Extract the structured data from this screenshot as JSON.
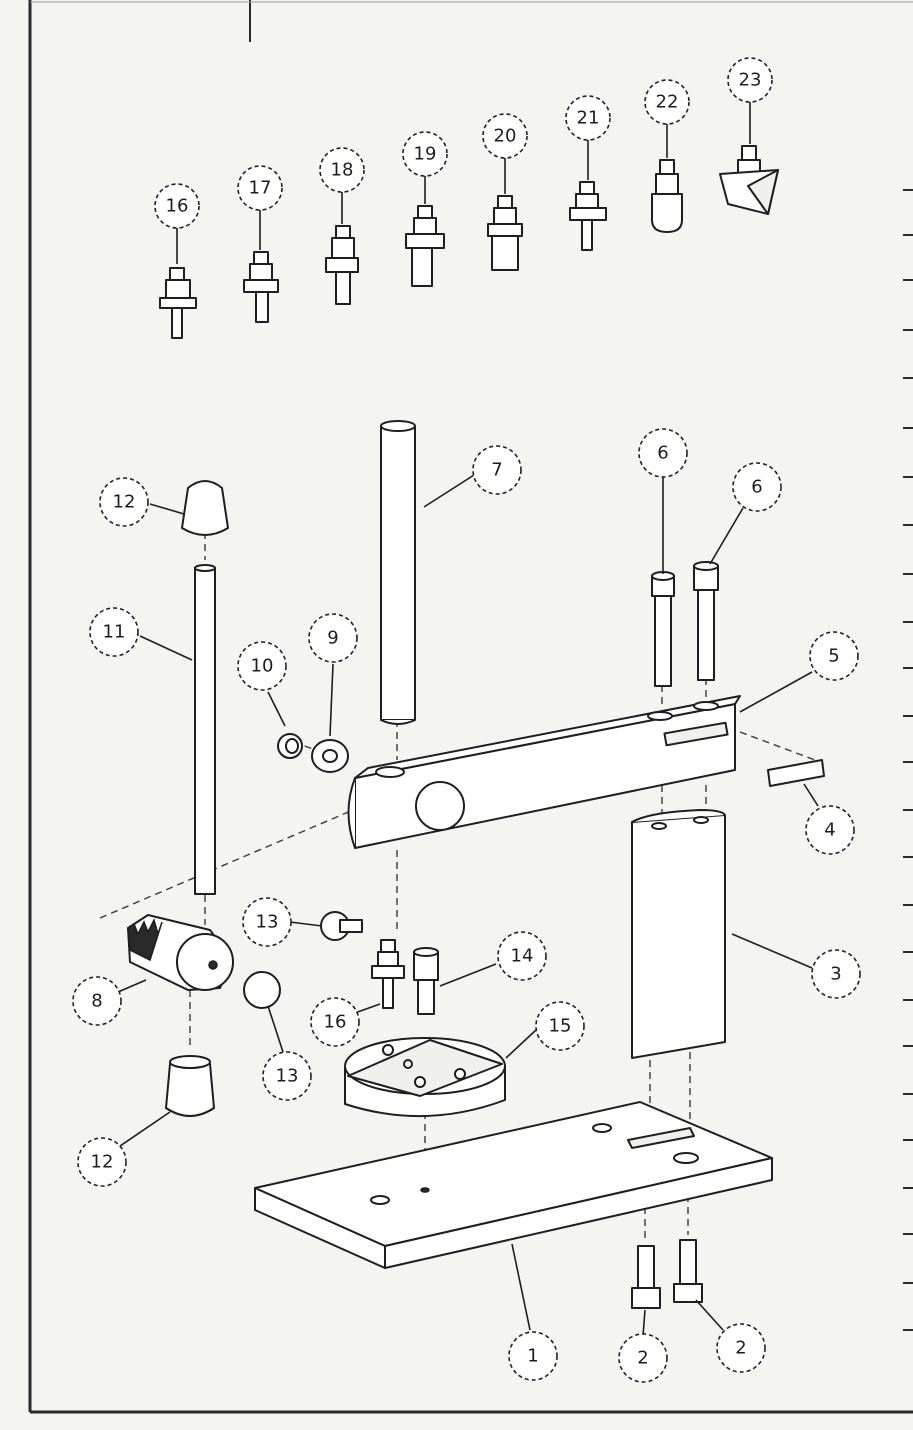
{
  "callouts": [
    {
      "id": "c16a",
      "label": "16"
    },
    {
      "id": "c17",
      "label": "17"
    },
    {
      "id": "c18",
      "label": "18"
    },
    {
      "id": "c19",
      "label": "19"
    },
    {
      "id": "c20",
      "label": "20"
    },
    {
      "id": "c21",
      "label": "21"
    },
    {
      "id": "c22",
      "label": "22"
    },
    {
      "id": "c23",
      "label": "23"
    },
    {
      "id": "c12a",
      "label": "12"
    },
    {
      "id": "c7",
      "label": "7"
    },
    {
      "id": "c6a",
      "label": "6"
    },
    {
      "id": "c6b",
      "label": "6"
    },
    {
      "id": "c11",
      "label": "11"
    },
    {
      "id": "c10",
      "label": "10"
    },
    {
      "id": "c9",
      "label": "9"
    },
    {
      "id": "c5",
      "label": "5"
    },
    {
      "id": "c4",
      "label": "4"
    },
    {
      "id": "c13a",
      "label": "13"
    },
    {
      "id": "c14",
      "label": "14"
    },
    {
      "id": "c3",
      "label": "3"
    },
    {
      "id": "c8",
      "label": "8"
    },
    {
      "id": "c16b",
      "label": "16"
    },
    {
      "id": "c15",
      "label": "15"
    },
    {
      "id": "c13b",
      "label": "13"
    },
    {
      "id": "c12b",
      "label": "12"
    },
    {
      "id": "c1",
      "label": "1"
    },
    {
      "id": "c2a",
      "label": "2"
    },
    {
      "id": "c2b",
      "label": "2"
    }
  ]
}
